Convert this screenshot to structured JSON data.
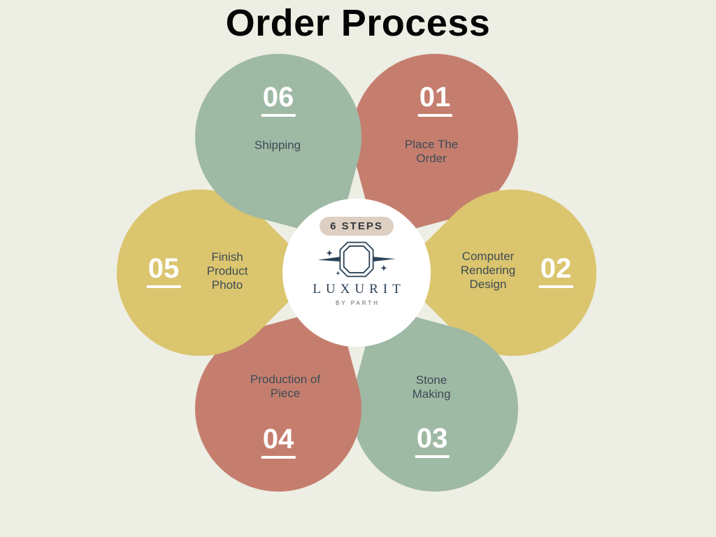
{
  "title": "Order Process",
  "background_color": "#edeee4",
  "text_color": "#3f4b55",
  "center": {
    "badge_label": "6 STEPS",
    "badge_bg": "#ddcfc1",
    "brand_name": "LUXURIT",
    "brand_tagline": "BY PARTH",
    "logo_icon": "emerald-cut-gem-with-sparkles",
    "logo_color": "#2b4257"
  },
  "steps": [
    {
      "number": "01",
      "label": "Place The\nOrder",
      "color": "#c57e6e",
      "position": "top-right"
    },
    {
      "number": "02",
      "label": "Computer\nRendering\nDesign",
      "color": "#dbc56e",
      "position": "right"
    },
    {
      "number": "03",
      "label": "Stone\nMaking",
      "color": "#9eb9a4",
      "position": "bottom-right"
    },
    {
      "number": "04",
      "label": "Production of\nPiece",
      "color": "#c57e6e",
      "position": "bottom-left"
    },
    {
      "number": "05",
      "label": "Finish\nProduct\nPhoto",
      "color": "#dbc56e",
      "position": "left"
    },
    {
      "number": "06",
      "label": "Shipping",
      "color": "#9eb9a4",
      "position": "top-left"
    }
  ]
}
